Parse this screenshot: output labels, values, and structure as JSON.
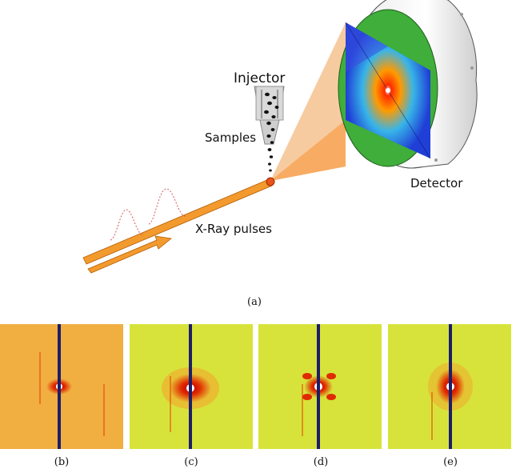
{
  "top_figure": {
    "labels": {
      "injector": "Injector",
      "samples": "Samples",
      "detector": "Detector",
      "xray": "X-Ray pulses"
    },
    "caption": "(a)"
  },
  "panels": [
    {
      "caption": "(b)"
    },
    {
      "caption": "(c)"
    },
    {
      "caption": "(d)"
    },
    {
      "caption": "(e)"
    }
  ],
  "colors": {
    "beam": "#f39a2e",
    "cone": "#f7a75c",
    "detector_green": "#3fae3a",
    "detector_blue": "#1f3fd6",
    "pattern_yellow": "#d7e33a",
    "pattern_orange": "#f0a33b",
    "beamstop": "#1b1e6a"
  }
}
